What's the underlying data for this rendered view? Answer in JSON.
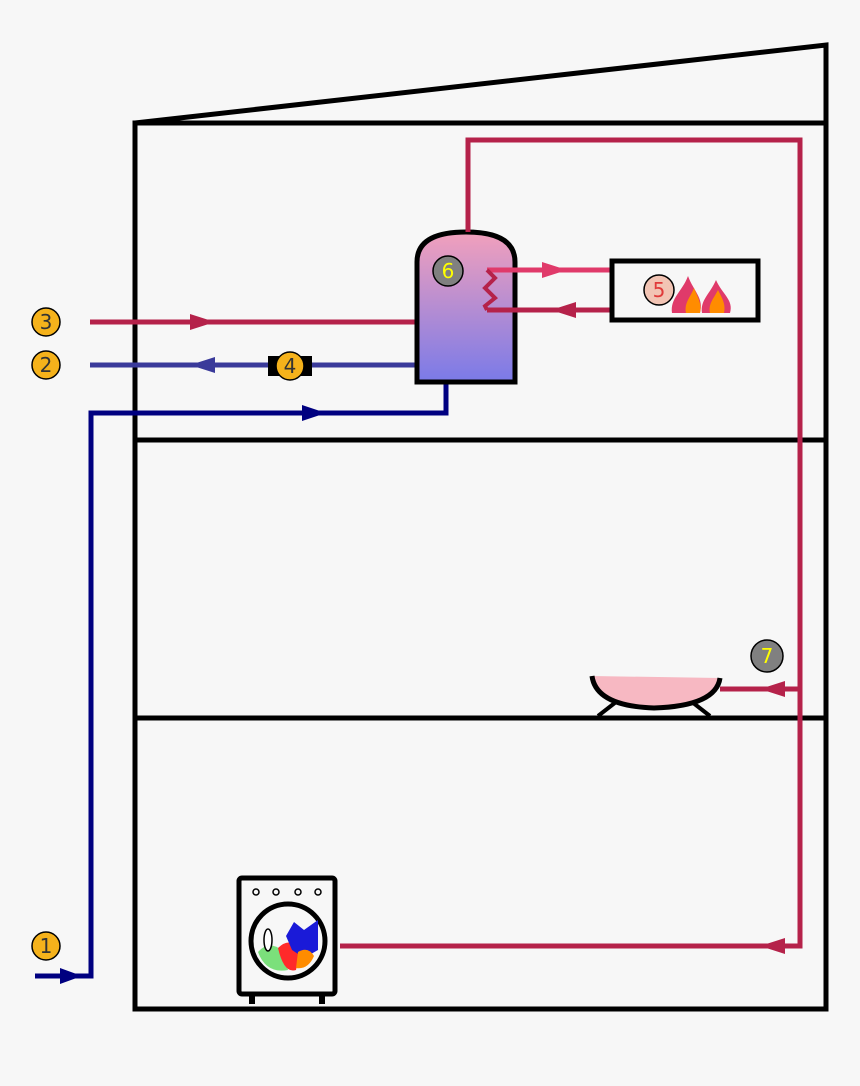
{
  "colors": {
    "background": "#f7f7f7",
    "wall": "#000000",
    "hot_pipe": "#b5224a",
    "hot_pipe_light": "#e03a6a",
    "cold_pipe": "#000080",
    "return_pipe": "#3a3a9a",
    "marker_orange": "#f5b21b",
    "marker_gray": "#808080",
    "marker_pink": "#f2c4b4",
    "marker_text_dark": "#333333",
    "marker_text_yellow": "#ffff00",
    "marker_text_red": "#e03a3a"
  },
  "markers": {
    "m1": "1",
    "m2": "2",
    "m3": "3",
    "m4": "4",
    "m5": "5",
    "m6": "6",
    "m7": "7"
  },
  "icons": {
    "tank": "hot-water-tank-icon",
    "boiler": "boiler-flame-icon",
    "sink": "sink-basin-icon",
    "washer": "washing-machine-icon",
    "pump": "circulation-pump-icon"
  }
}
